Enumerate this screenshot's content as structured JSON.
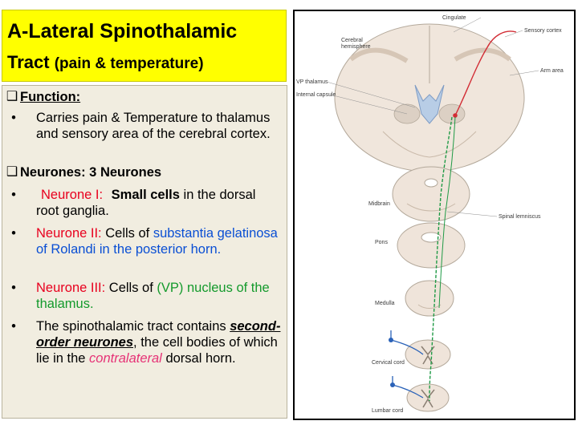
{
  "slide": {
    "title_line1": "A-Lateral Spinothalamic",
    "title_line2_main": "Tract",
    "title_line2_sub": "(pain & temperature)"
  },
  "content": {
    "function_heading": "Function:",
    "function_text": "Carries pain & Temperature to thalamus and sensory area of the cerebral cortex.",
    "neurones_heading": "Neurones:  3 Neurones",
    "neurone1_label": "Neurone I:",
    "neurone1_text_bold": "Small cells",
    "neurone1_text_rest": " in the dorsal root ganglia.",
    "neurone2_label": "Neurone II:",
    "neurone2_text_plain": " Cells of ",
    "neurone2_text_blue": "substantia gelatinosa of Rolandi in the posterior horn.",
    "neurone3_label": "Neurone III:",
    "neurone3_text_plain": " Cells of ",
    "neurone3_text_green": "(VP) nucleus of the thalamus.",
    "note_part1": "The spinothalamic tract contains ",
    "note_emph": "second-order neurones",
    "note_part2": ", the cell bodies of which lie in the ",
    "note_pink": "contralateral",
    "note_part3": " dorsal horn."
  },
  "diagram": {
    "labels": {
      "cingulate": "Cingulate",
      "sensory_cortex": "Sensory cortex",
      "cerebral_hemisphere_1": "Cerebral",
      "cerebral_hemisphere_2": "hemisphere",
      "arm_area": "Arm area",
      "vp_thalamus": "VP thalamus",
      "internal_capsule": "Internal capsule",
      "midbrain": "Midbrain",
      "spinal_lemniscus": "Spinal lemniscus",
      "pons": "Pons",
      "medulla": "Medulla",
      "cervical_cord": "Cervical cord",
      "lumbar_cord": "Lumbar cord"
    }
  }
}
